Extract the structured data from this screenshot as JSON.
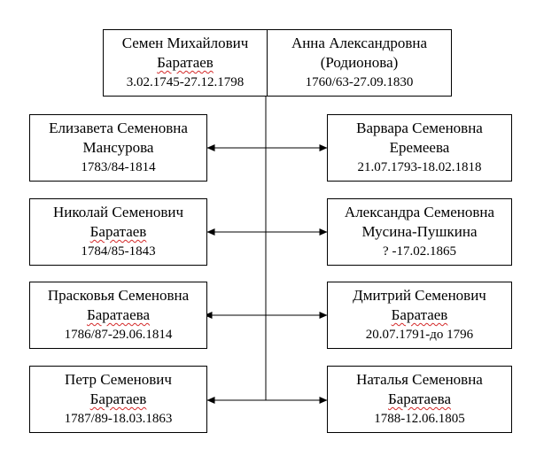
{
  "parents": {
    "father": {
      "line1": "Семен Михайлович",
      "line2": "Баратаев",
      "dates": "3.02.1745-27.12.1798"
    },
    "mother": {
      "line1": "Анна Александровна",
      "line2": "(Родионова)",
      "dates": "1760/63-27.09.1830"
    }
  },
  "children_left": [
    {
      "line1": "Елизавета Семеновна",
      "line2": "Мансурова",
      "dates": "1783/84-1814"
    },
    {
      "line1": "Николай Семенович",
      "line2": "Баратаев",
      "dates": "1784/85-1843"
    },
    {
      "line1": "Прасковья Семеновна",
      "line2": "Баратаева",
      "dates": "1786/87-29.06.1814"
    },
    {
      "line1": "Петр Семенович",
      "line2": "Баратаев",
      "dates": "1787/89-18.03.1863"
    }
  ],
  "children_right": [
    {
      "line1": "Варвара Семеновна",
      "line2": "Еремеева",
      "dates": "21.07.1793-18.02.1818"
    },
    {
      "line1": "Александра Семеновна",
      "line2": "Мусина-Пушкина",
      "dates": "? -17.02.1865"
    },
    {
      "line1": "Дмитрий Семенович",
      "line2": "Баратаев",
      "dates": "20.07.1791-до 1796"
    },
    {
      "line1": "Наталья Семеновна",
      "line2": "Баратаева",
      "dates": "1788-12.06.1805"
    }
  ]
}
